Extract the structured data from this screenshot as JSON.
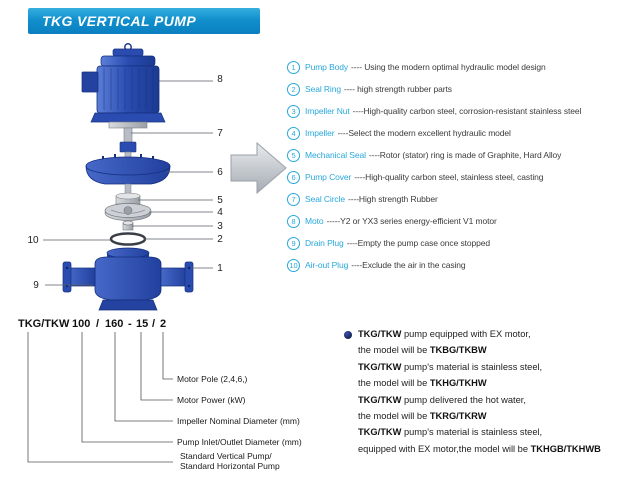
{
  "header": {
    "title": "TKG VERTICAL PUMP"
  },
  "diagram": {
    "callouts": [
      "8",
      "7",
      "6",
      "5",
      "4",
      "3",
      "2",
      "10",
      "1",
      "9"
    ]
  },
  "features": [
    {
      "num": "1",
      "name": "Pump Body",
      "desc": "---- Using the modern optimal hydraulic model design"
    },
    {
      "num": "2",
      "name": "Seal Ring",
      "desc": "---- high strength rubber parts"
    },
    {
      "num": "3",
      "name": "Impeller Nut",
      "desc": "----High-quality carbon steel, corrosion-resistant stainless steel"
    },
    {
      "num": "4",
      "name": "Impeller",
      "desc": "----Select the modern excellent hydraulic model"
    },
    {
      "num": "5",
      "name": "Mechanical Seal",
      "desc": "----Rotor (stator) ring is made of Graphite, Hard Alloy"
    },
    {
      "num": "6",
      "name": "Pump Cover",
      "desc": "----High-quality carbon steel, stainless steel, casting"
    },
    {
      "num": "7",
      "name": "Seal Circle",
      "desc": "----High strength Rubber"
    },
    {
      "num": "8",
      "name": "Moto",
      "desc": "-----Y2 or YX3 series energy-efficient V1 motor"
    },
    {
      "num": "9",
      "name": "Drain Plug",
      "desc": "----Empty the pump case once stopped"
    },
    {
      "num": "10",
      "name": "Air-out Plug",
      "desc": "----Exclude the air in the casing"
    }
  ],
  "model_code": {
    "tokens": [
      "TKG/TKW",
      "100",
      "/",
      "160",
      "-",
      "15",
      "/",
      "2"
    ],
    "labels": [
      "Motor Pole (2,4,6,)",
      "Motor Power  (kW)",
      "Impeller Nominal Diameter (mm)",
      "Pump Inlet/Outlet Diameter (mm)",
      "Standard Vertical Pump/",
      "Standard  Horizontal Pump"
    ]
  },
  "notes": [
    {
      "bold1": "TKG/TKW",
      "rest1": " pump equipped with EX motor,",
      "pre2": "the model will be ",
      "bold2": "TKBG/TKBW"
    },
    {
      "bold1": "TKG/TKW",
      "rest1": " pump's material is stainless steel,",
      "pre2": "the model will be ",
      "bold2": "TKHG/TKHW"
    },
    {
      "bold1": "TKG/TKW",
      "rest1": " pump delivered the hot water,",
      "pre2": "the model will be ",
      "bold2": "TKRG/TKRW"
    },
    {
      "bold1": "TKG/TKW",
      "rest1": " pump's material is stainless steel,",
      "pre2": "equipped with EX motor,the model will be ",
      "bold2": "TKHGB/TKHWB"
    }
  ],
  "colors": {
    "accent_blue": "#1190cd",
    "cyan": "#29a8dc",
    "pump_blue": "#2a4cb0"
  }
}
